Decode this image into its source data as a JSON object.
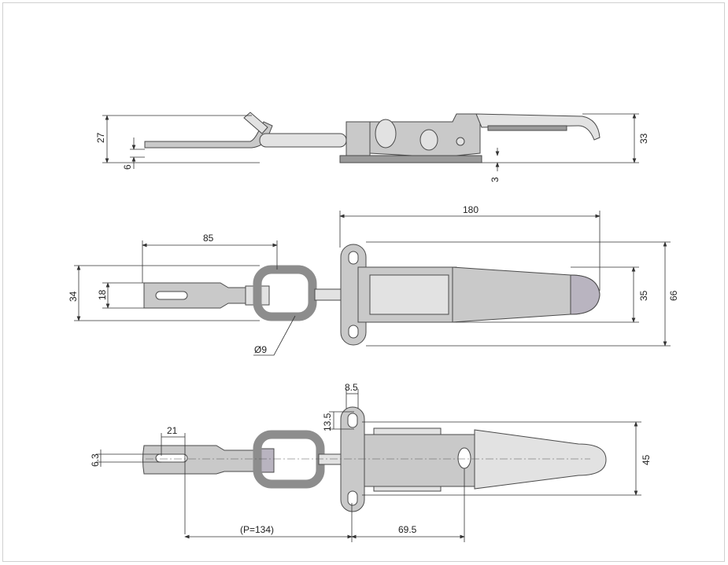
{
  "drawing": {
    "title": "Adjustable draw latch with hasp – dimensional drawing",
    "side_view": {
      "height_hasp": "27",
      "hasp_thickness": "6",
      "overall_height": "33",
      "base_thickness": "3"
    },
    "top_view": {
      "overall_length": "180",
      "hasp_length": "85",
      "hasp_width": "34",
      "hasp_slot": "18",
      "body_width": "35",
      "plate_height": "66",
      "wire_diameter": "Ø9"
    },
    "bottom_view": {
      "hole_width": "8.5",
      "hole_length": "13.5",
      "slot_length": "21",
      "slot_width": "6.3",
      "hole_spacing": "45",
      "pitch": "(P=134)",
      "hole_offset": "69.5"
    }
  }
}
